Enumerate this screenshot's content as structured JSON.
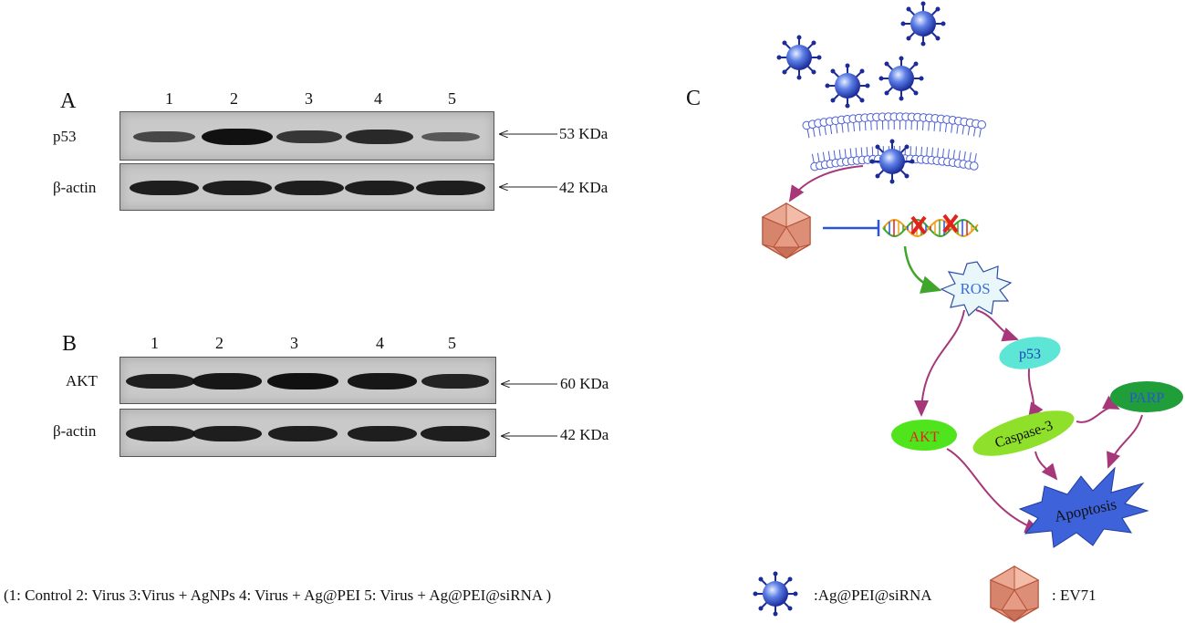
{
  "panel_a": {
    "letter": "A",
    "lanes": [
      "1",
      "2",
      "3",
      "4",
      "5"
    ],
    "rows": [
      {
        "label": "p53",
        "marker": "53 KDa",
        "intensity": [
          0.55,
          1.0,
          0.7,
          0.8,
          0.4
        ]
      },
      {
        "label": "β-actin",
        "marker": "42 KDa",
        "intensity": [
          0.9,
          0.9,
          0.9,
          0.9,
          0.9
        ]
      }
    ]
  },
  "panel_b": {
    "letter": "B",
    "lanes": [
      "1",
      "2",
      "3",
      "4",
      "5"
    ],
    "rows": [
      {
        "label": "AKT",
        "marker": "60 KDa",
        "intensity": [
          0.9,
          0.95,
          1.0,
          0.95,
          0.85
        ]
      },
      {
        "label": "β-actin",
        "marker": "42 KDa",
        "intensity": [
          0.9,
          0.9,
          0.9,
          0.9,
          0.9
        ]
      }
    ]
  },
  "panel_c": {
    "letter": "C",
    "nodes": {
      "ros": "ROS",
      "p53": "p53",
      "parp": "PARP",
      "akt": "AKT",
      "caspase": "Caspase-3",
      "apoptosis": "Apoptosis"
    },
    "colors": {
      "ros_text": "#3b6fd6",
      "p53_fill": "#5de6d6",
      "parp_fill": "#1f9e3a",
      "akt_fill": "#4fe41c",
      "akt_text": "#e0231d",
      "caspase_fill": "#8fe02a",
      "apoptosis_fill": "#3d62d9",
      "arrow": "#a6387a",
      "green_arrow": "#3fa52b",
      "inhibit": "#2a55d4"
    }
  },
  "legend": {
    "conditions": "(1: Control  2: Virus  3:Virus + AgNPs   4: Virus + Ag@PEI   5: Virus + Ag@PEI@siRNA )",
    "nanoparticle": ":Ag@PEI@siRNA",
    "virus": ": EV71"
  }
}
